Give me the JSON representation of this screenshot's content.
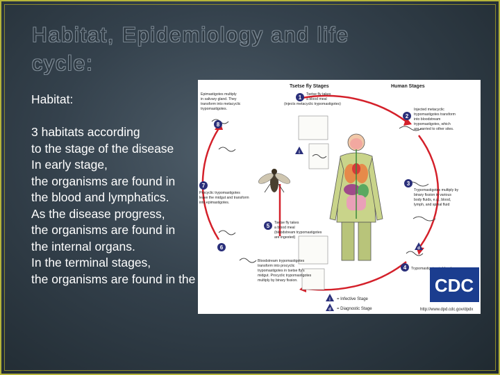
{
  "slide": {
    "title": "Habitat, Epidemiology and life\ncycle:",
    "body_lines": [
      "Habitat:",
      "",
      "3 habitats according",
      "to the stage of the disease",
      "In early stage,",
      "the organisms are found in",
      "the blood and lymphatics.",
      "As the disease progress,",
      "the organisms are found in",
      "the internal organs.",
      "In the terminal stages,",
      "the organisms are found in the CNS and CSF"
    ]
  },
  "diagram": {
    "heading_left": "Tsetse fly Stages",
    "heading_right": "Human Stages",
    "steps": {
      "s1": [
        "Tsetse fly takes",
        "a blood meal",
        "(injects metacyclic trypomastigotes)"
      ],
      "s2": [
        "Injected metacyclic",
        "trypomastigotes transform",
        "into bloodstream",
        "trypomastigotes, which",
        "are carried to other sites."
      ],
      "s3": [
        "Trypomastigotes multiply by",
        "binary fission in various",
        "body fluids, e.g., blood,",
        "lymph, and spinal fluid"
      ],
      "s4": [
        "Trypomastigotes in blood"
      ],
      "s5": [
        "Tsetse fly takes",
        "a blood meal",
        "(bloodstream trypomastigotes",
        "are ingested)"
      ],
      "s6": [
        "Bloodstream trypomastigotes",
        "transform into procyclic",
        "trypomastigotes in tsetse fly's",
        "midgut. Procyclic trypomastigotes",
        "multiply by binary fission."
      ],
      "s7": [
        "Procyclic trypomastigotes",
        "leave the midgut and transform",
        "into epimastigotes."
      ],
      "s8": [
        "Epimastigotes multiply",
        "in salivary gland. They",
        "transform into metacyclic",
        "trypomastigotes."
      ]
    },
    "numbers": [
      "1",
      "2",
      "3",
      "4",
      "5",
      "6",
      "7",
      "8"
    ],
    "legend": {
      "infective": "= Infective Stage",
      "diagnostic": "= Diagnostic Stage",
      "i_mark": "i",
      "d_mark": "d"
    },
    "logo_text": "CDC",
    "source": "http://www.dpd.cdc.gov/dpdx",
    "colors": {
      "cycle_arrow": "#d4202a",
      "number_circle": "#2a2f7a",
      "logo_bg": "#1b3d8f"
    }
  }
}
